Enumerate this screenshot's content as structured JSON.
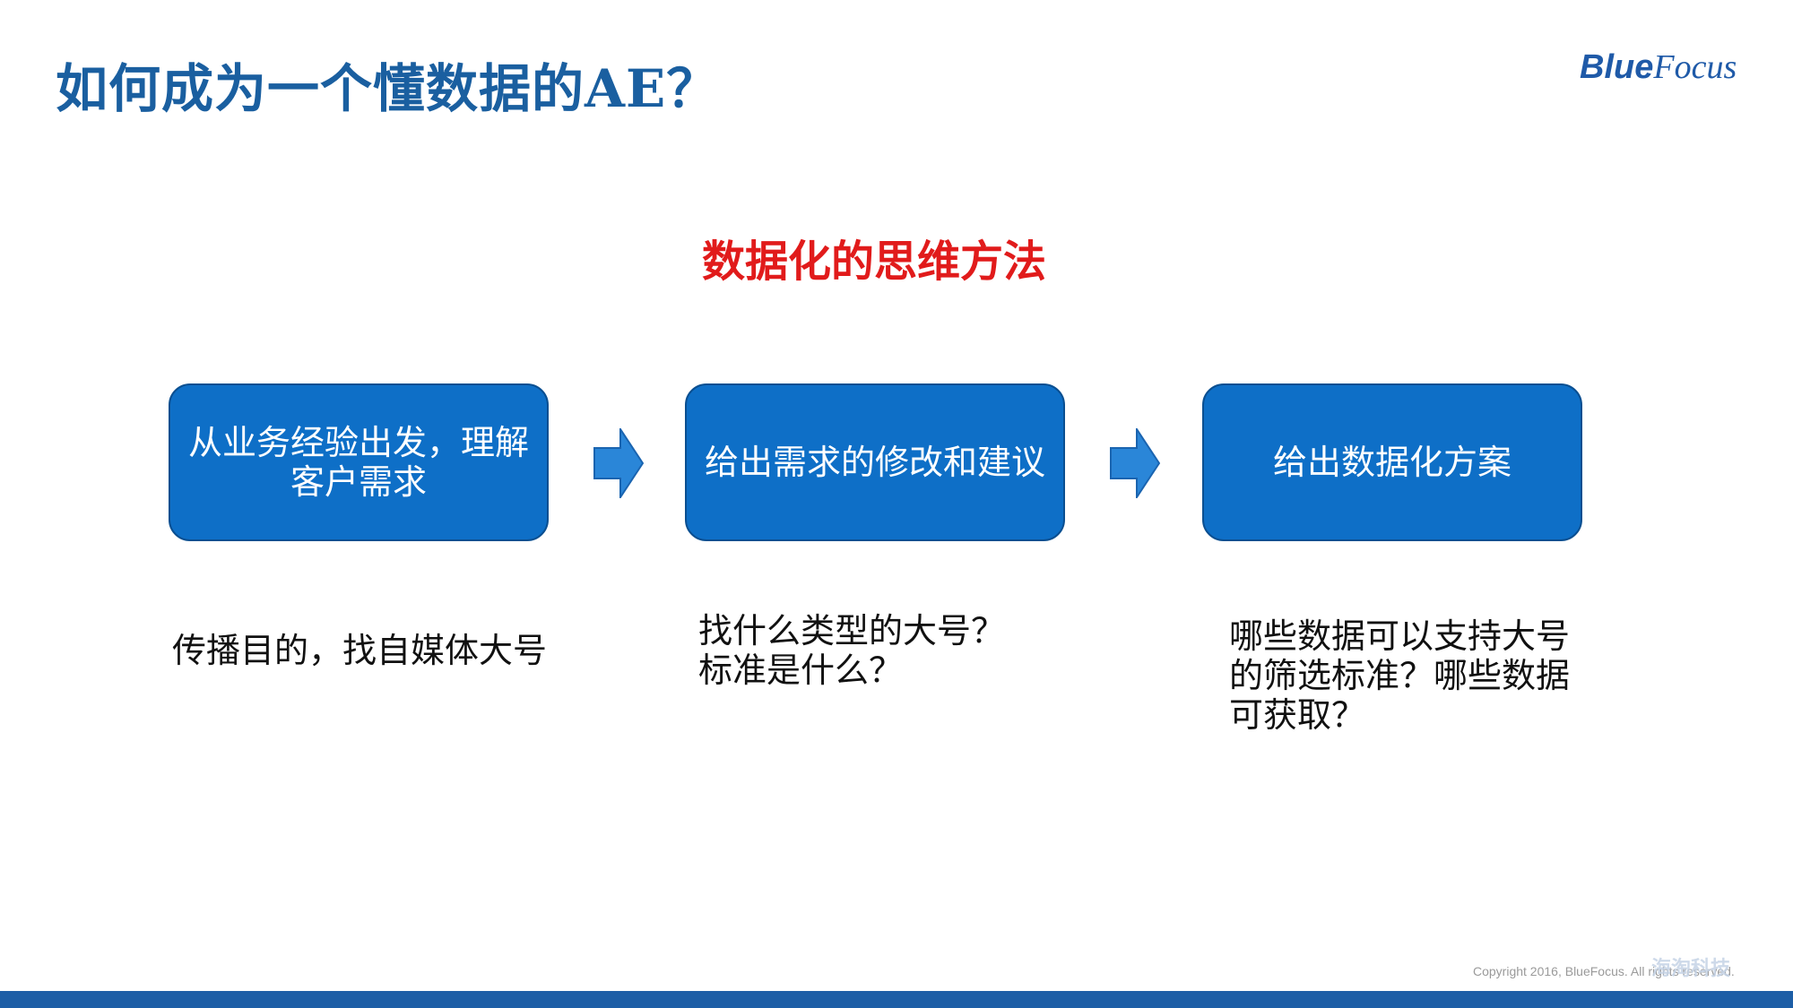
{
  "title": "如何成为一个懂数据的AE？",
  "logo": {
    "blue": "Blue",
    "focus": "Focus"
  },
  "section_heading": "数据化的思维方法",
  "steps": [
    {
      "lines": [
        "从业务经验出发，理解",
        "客户需求"
      ]
    },
    {
      "lines": [
        "给出需求的修改和建议"
      ]
    },
    {
      "lines": [
        "给出数据化方案"
      ]
    }
  ],
  "descriptions": [
    {
      "lines": [
        "传播目的，找自媒体大号"
      ]
    },
    {
      "lines": [
        "找什么类型的大号？",
        "标准是什么？"
      ]
    },
    {
      "lines": [
        "哪些数据可以支持大号",
        "的筛选标准？哪些数据",
        "可获取？"
      ]
    }
  ],
  "footer": {
    "copyright": "Copyright 2016, BlueFocus. All rights reserved.",
    "watermark": "海淘科技"
  },
  "colors": {
    "title": "#1a5fa0",
    "heading": "#e11b1b",
    "box_fill": "#0e6fc7",
    "arrow": "#2a86d8",
    "bottom_bar": "#1d5ea6"
  },
  "icons": [
    "bluefocus-logo",
    "right-arrow-icon"
  ]
}
